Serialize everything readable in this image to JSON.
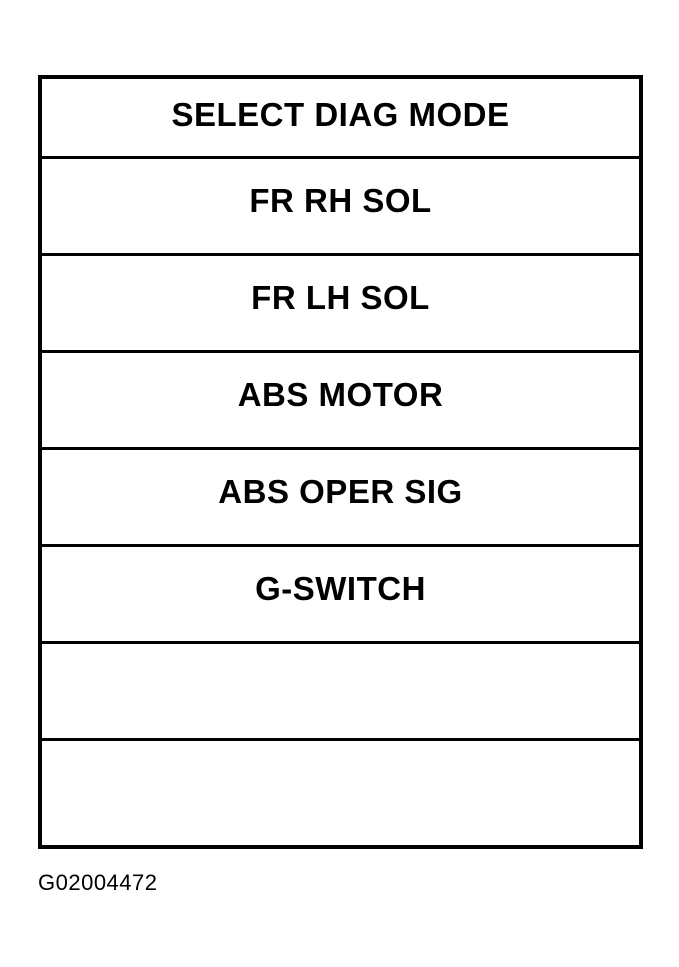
{
  "screen": {
    "title": "SELECT DIAG MODE",
    "items": [
      {
        "label": "FR RH SOL"
      },
      {
        "label": "FR LH SOL"
      },
      {
        "label": "ABS MOTOR"
      },
      {
        "label": "ABS OPER SIG"
      },
      {
        "label": "G-SWITCH"
      },
      {
        "label": ""
      },
      {
        "label": ""
      }
    ]
  },
  "figure_id": "G02004472"
}
